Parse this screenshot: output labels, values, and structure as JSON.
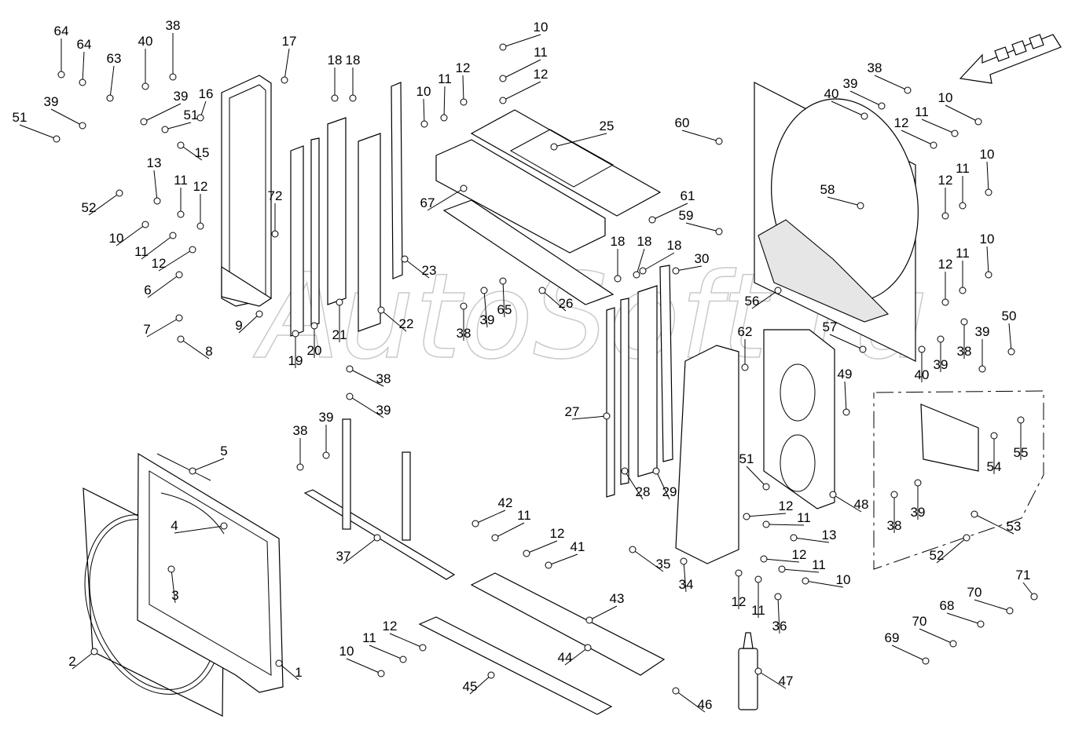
{
  "watermark": "AutoSoft.ru",
  "labels": [
    "1",
    "2",
    "3",
    "4",
    "5",
    "6",
    "7",
    "8",
    "9",
    "10",
    "11",
    "12",
    "13",
    "15",
    "16",
    "17",
    "18",
    "19",
    "20",
    "21",
    "22",
    "23",
    "25",
    "26",
    "27",
    "28",
    "29",
    "30",
    "34",
    "35",
    "36",
    "37",
    "38",
    "39",
    "40",
    "41",
    "42",
    "43",
    "44",
    "45",
    "46",
    "47",
    "48",
    "49",
    "50",
    "51",
    "52",
    "53",
    "54",
    "55",
    "56",
    "57",
    "58",
    "59",
    "60",
    "61",
    "62",
    "63",
    "64",
    "65",
    "67",
    "68",
    "69",
    "70",
    "71",
    "72"
  ],
  "callouts": [
    {
      "t": "64"
    },
    {
      "t": "64"
    },
    {
      "t": "63"
    },
    {
      "t": "40"
    },
    {
      "t": "38"
    },
    {
      "t": "39"
    },
    {
      "t": "51"
    },
    {
      "t": "39"
    },
    {
      "t": "51"
    },
    {
      "t": "16"
    },
    {
      "t": "15"
    },
    {
      "t": "17"
    },
    {
      "t": "13"
    },
    {
      "t": "11"
    },
    {
      "t": "12"
    },
    {
      "t": "52"
    },
    {
      "t": "10"
    },
    {
      "t": "11"
    },
    {
      "t": "12"
    },
    {
      "t": "72"
    },
    {
      "t": "6"
    },
    {
      "t": "7"
    },
    {
      "t": "8"
    },
    {
      "t": "9"
    },
    {
      "t": "18"
    },
    {
      "t": "18"
    },
    {
      "t": "19"
    },
    {
      "t": "20"
    },
    {
      "t": "21"
    },
    {
      "t": "22"
    },
    {
      "t": "23"
    },
    {
      "t": "10"
    },
    {
      "t": "11"
    },
    {
      "t": "12"
    },
    {
      "t": "10"
    },
    {
      "t": "11"
    },
    {
      "t": "12"
    },
    {
      "t": "25"
    },
    {
      "t": "67"
    },
    {
      "t": "26"
    },
    {
      "t": "38"
    },
    {
      "t": "39"
    },
    {
      "t": "65"
    },
    {
      "t": "60"
    },
    {
      "t": "61"
    },
    {
      "t": "59"
    },
    {
      "t": "58"
    },
    {
      "t": "18"
    },
    {
      "t": "18"
    },
    {
      "t": "18"
    },
    {
      "t": "30"
    },
    {
      "t": "38"
    },
    {
      "t": "39"
    },
    {
      "t": "40"
    },
    {
      "t": "10"
    },
    {
      "t": "11"
    },
    {
      "t": "12"
    },
    {
      "t": "10"
    },
    {
      "t": "11"
    },
    {
      "t": "12"
    },
    {
      "t": "10"
    },
    {
      "t": "11"
    },
    {
      "t": "12"
    },
    {
      "t": "56"
    },
    {
      "t": "57"
    },
    {
      "t": "40"
    },
    {
      "t": "39"
    },
    {
      "t": "38"
    },
    {
      "t": "39"
    },
    {
      "t": "50"
    },
    {
      "t": "38"
    },
    {
      "t": "39"
    },
    {
      "t": "38"
    },
    {
      "t": "39"
    },
    {
      "t": "27"
    },
    {
      "t": "28"
    },
    {
      "t": "29"
    },
    {
      "t": "62"
    },
    {
      "t": "49"
    },
    {
      "t": "51"
    },
    {
      "t": "48"
    },
    {
      "t": "54"
    },
    {
      "t": "55"
    },
    {
      "t": "38"
    },
    {
      "t": "39"
    },
    {
      "t": "53"
    },
    {
      "t": "52"
    },
    {
      "t": "5"
    },
    {
      "t": "4"
    },
    {
      "t": "3"
    },
    {
      "t": "2"
    },
    {
      "t": "1"
    },
    {
      "t": "37"
    },
    {
      "t": "42"
    },
    {
      "t": "11"
    },
    {
      "t": "12"
    },
    {
      "t": "41"
    },
    {
      "t": "35"
    },
    {
      "t": "34"
    },
    {
      "t": "12"
    },
    {
      "t": "11"
    },
    {
      "t": "13"
    },
    {
      "t": "12"
    },
    {
      "t": "11"
    },
    {
      "t": "10"
    },
    {
      "t": "12"
    },
    {
      "t": "11"
    },
    {
      "t": "36"
    },
    {
      "t": "43"
    },
    {
      "t": "44"
    },
    {
      "t": "45"
    },
    {
      "t": "46"
    },
    {
      "t": "47"
    },
    {
      "t": "10"
    },
    {
      "t": "11"
    },
    {
      "t": "12"
    },
    {
      "t": "71"
    },
    {
      "t": "70"
    },
    {
      "t": "68"
    },
    {
      "t": "70"
    },
    {
      "t": "69"
    }
  ]
}
